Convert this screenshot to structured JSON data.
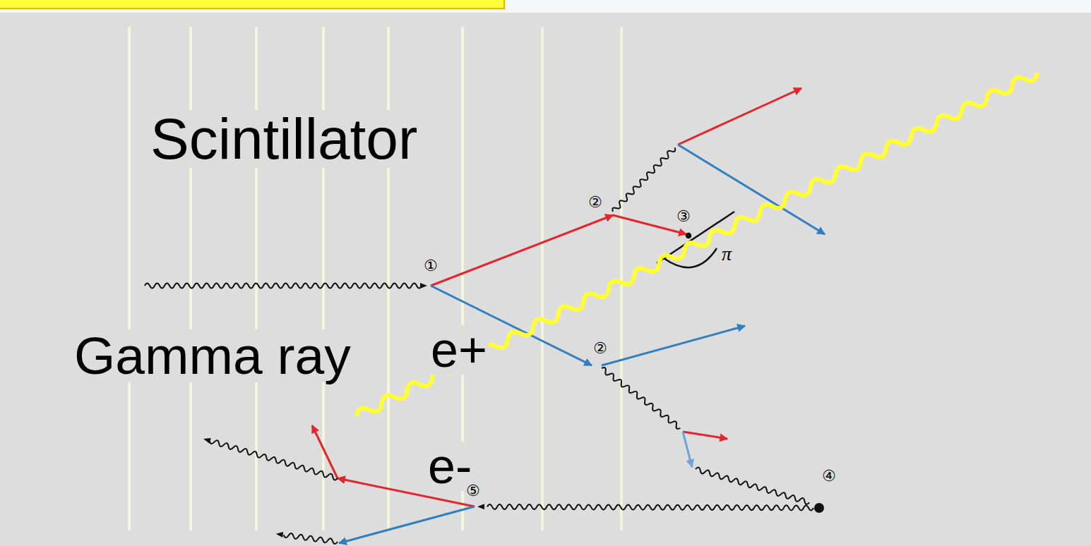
{
  "diagram": {
    "labels": [
      "Scintillator",
      "①",
      "②",
      "③",
      "π",
      "Gamma ray",
      "e+",
      "②",
      "e-",
      "④",
      "⑤"
    ]
  }
}
